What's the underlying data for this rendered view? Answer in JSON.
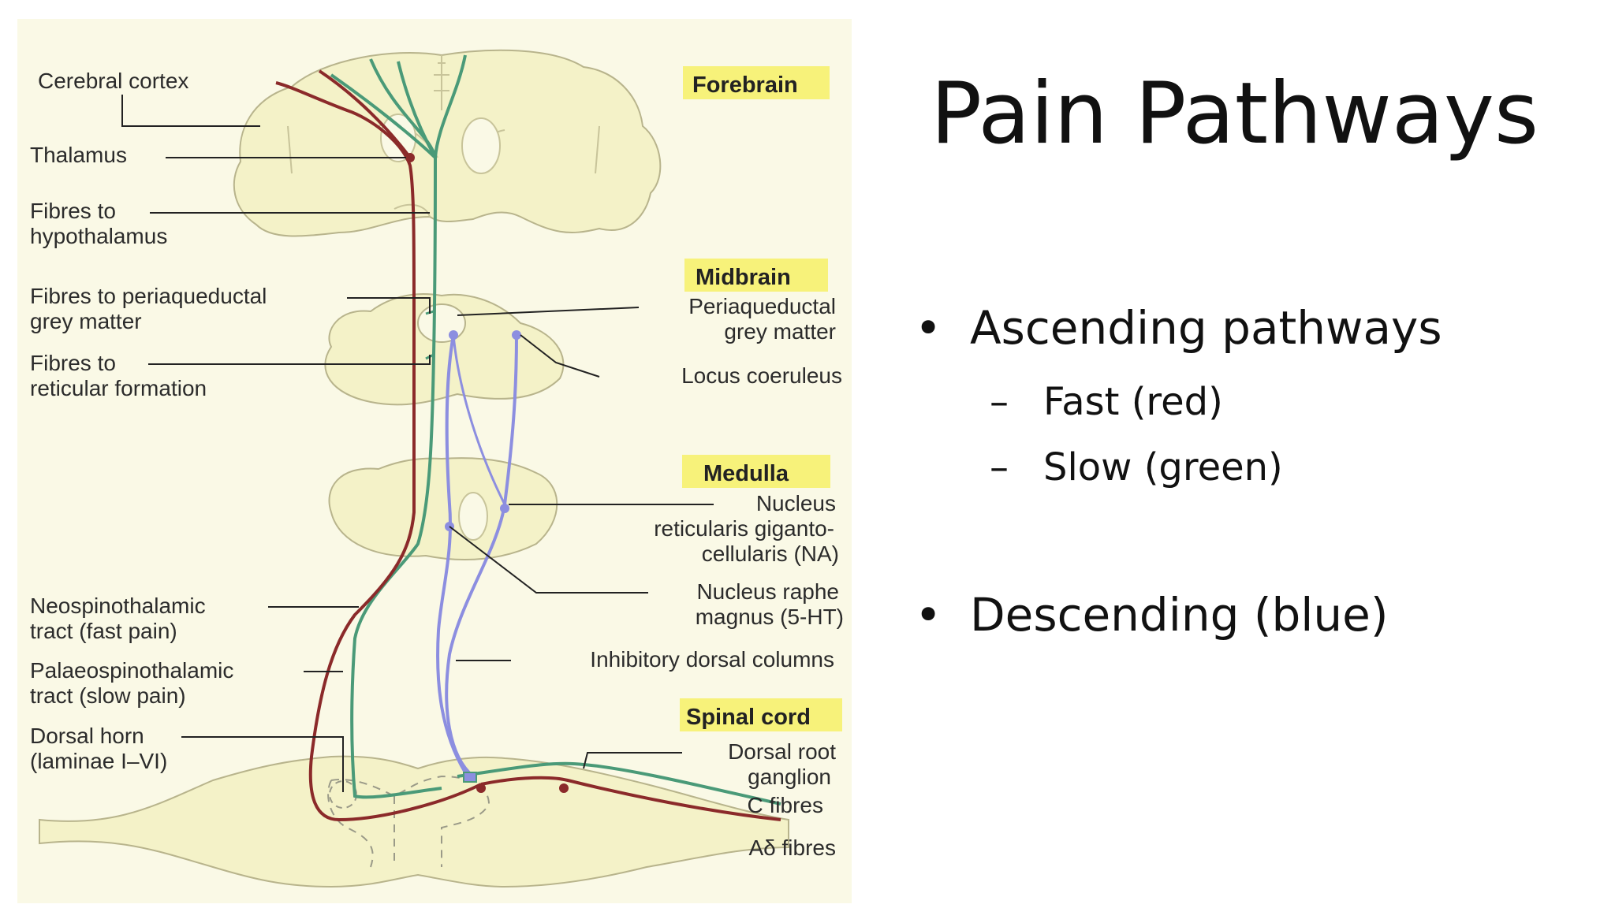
{
  "slide": {
    "title": "Pain Pathways",
    "bullets": [
      {
        "text": "Ascending pathways",
        "subitems": [
          "Fast (red)",
          "Slow (green)"
        ]
      },
      {
        "text": "Descending (blue)",
        "subitems": []
      }
    ]
  },
  "diagram": {
    "sections": {
      "forebrain": "Forebrain",
      "midbrain": "Midbrain",
      "medulla": "Medulla",
      "spinal_cord": "Spinal cord"
    },
    "labels": {
      "cerebral_cortex": "Cerebral cortex",
      "thalamus": "Thalamus",
      "fibres_hypothalamus": [
        "Fibres to",
        "hypothalamus"
      ],
      "fibres_pag": [
        "Fibres to periaqueductal",
        "grey matter"
      ],
      "fibres_reticular": [
        "Fibres to",
        "reticular formation"
      ],
      "periaqueductal": [
        "Periaqueductal",
        "grey matter"
      ],
      "locus_coeruleus": "Locus coeruleus",
      "nucleus_reticularis": [
        "Nucleus",
        "reticularis giganto-",
        "cellularis (NA)"
      ],
      "nucleus_raphe": [
        "Nucleus raphe",
        "magnus (5-HT)"
      ],
      "neospinothalamic": [
        "Neospinothalamic",
        "tract (fast pain)"
      ],
      "palaeospinothalamic": [
        "Palaeospinothalamic",
        "tract (slow pain)"
      ],
      "inhibitory_dorsal": "Inhibitory dorsal columns",
      "dorsal_horn": [
        "Dorsal horn",
        "(laminae I–VI)"
      ],
      "dorsal_root": [
        "Dorsal root",
        "ganglion"
      ],
      "c_fibres": "C fibres",
      "a_delta": "Aδ fibres"
    }
  },
  "colors": {
    "fast": "#8b2a2a",
    "slow": "#4a9a78",
    "descending": "#8c8ee0",
    "highlight": "#f7f27a",
    "tissue": "#f4f2c8",
    "background": "#faf9e6"
  }
}
